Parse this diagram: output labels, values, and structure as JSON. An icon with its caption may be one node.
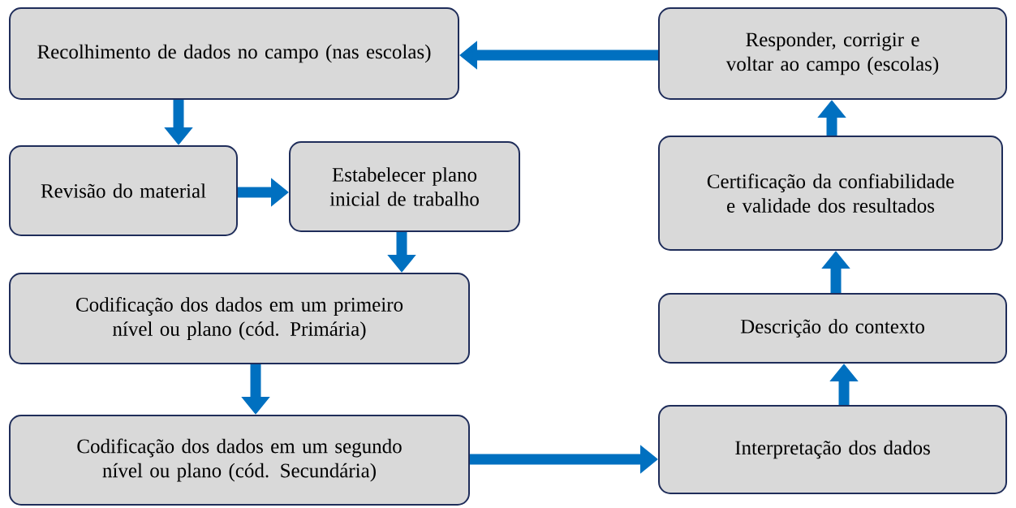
{
  "diagram": {
    "nodes": [
      {
        "text": [
          "Recolhimento de dados no campo (nas escolas)"
        ]
      },
      {
        "text": [
          "Responder, corrigir e voltar ao campo (escolas)"
        ]
      },
      {
        "text": [
          "Revisão do material"
        ]
      },
      {
        "text": [
          "Estabelecer plano inicial de trabalho"
        ]
      },
      {
        "text": [
          "Certificação da confiabilidade e validade dos resultados"
        ]
      },
      {
        "text": [
          "Codificação dos dados em um primeiro nível ou plano (cód. Primária)"
        ]
      },
      {
        "text": [
          "Descrição do contexto"
        ]
      },
      {
        "text": [
          "Codificação dos dados em um segundo nível ou plano (cód. Secundária)"
        ]
      },
      {
        "text": [
          "Interpretação dos dados"
        ]
      }
    ],
    "edges": [
      {
        "from": 1,
        "to": 0,
        "arrow": "to"
      },
      {
        "from": 0,
        "to": 2,
        "arrow": "to"
      },
      {
        "from": 2,
        "to": 3,
        "arrow": "to"
      },
      {
        "from": 3,
        "to": 5,
        "arrow": "to"
      },
      {
        "from": 5,
        "to": 7,
        "arrow": "to"
      },
      {
        "from": 7,
        "to": 8,
        "arrow": "to"
      },
      {
        "from": 8,
        "to": 6,
        "arrow": "to"
      },
      {
        "from": 6,
        "to": 4,
        "arrow": "to"
      },
      {
        "from": 4,
        "to": 1,
        "arrow": "to"
      }
    ]
  }
}
